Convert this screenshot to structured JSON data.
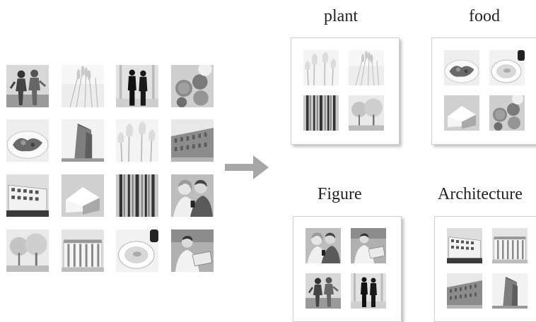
{
  "categories": [
    {
      "id": "plant",
      "label": "plant",
      "images": [
        "tulips",
        "wheat",
        "forest",
        "tree-sky"
      ]
    },
    {
      "id": "food",
      "label": "food",
      "images": [
        "salad-plate",
        "soup-bowl",
        "cake",
        "cookies"
      ]
    },
    {
      "id": "figure",
      "label": "Figure",
      "images": [
        "couple-phone",
        "man-laptop",
        "couple-walking",
        "two-silhouettes"
      ]
    },
    {
      "id": "architecture",
      "label": "Architecture",
      "images": [
        "office-building",
        "colonnade",
        "brick-building",
        "tower"
      ]
    }
  ],
  "source_grid": [
    [
      "couple-walking",
      "wheat",
      "two-silhouettes",
      "cookies"
    ],
    [
      "salad-plate",
      "tower",
      "tulips",
      "brick-building"
    ],
    [
      "office-building",
      "cake",
      "forest",
      "couple-phone"
    ],
    [
      "tree-sky",
      "colonnade",
      "soup-bowl",
      "man-laptop"
    ]
  ],
  "arrow_color": "#a6a6a6"
}
